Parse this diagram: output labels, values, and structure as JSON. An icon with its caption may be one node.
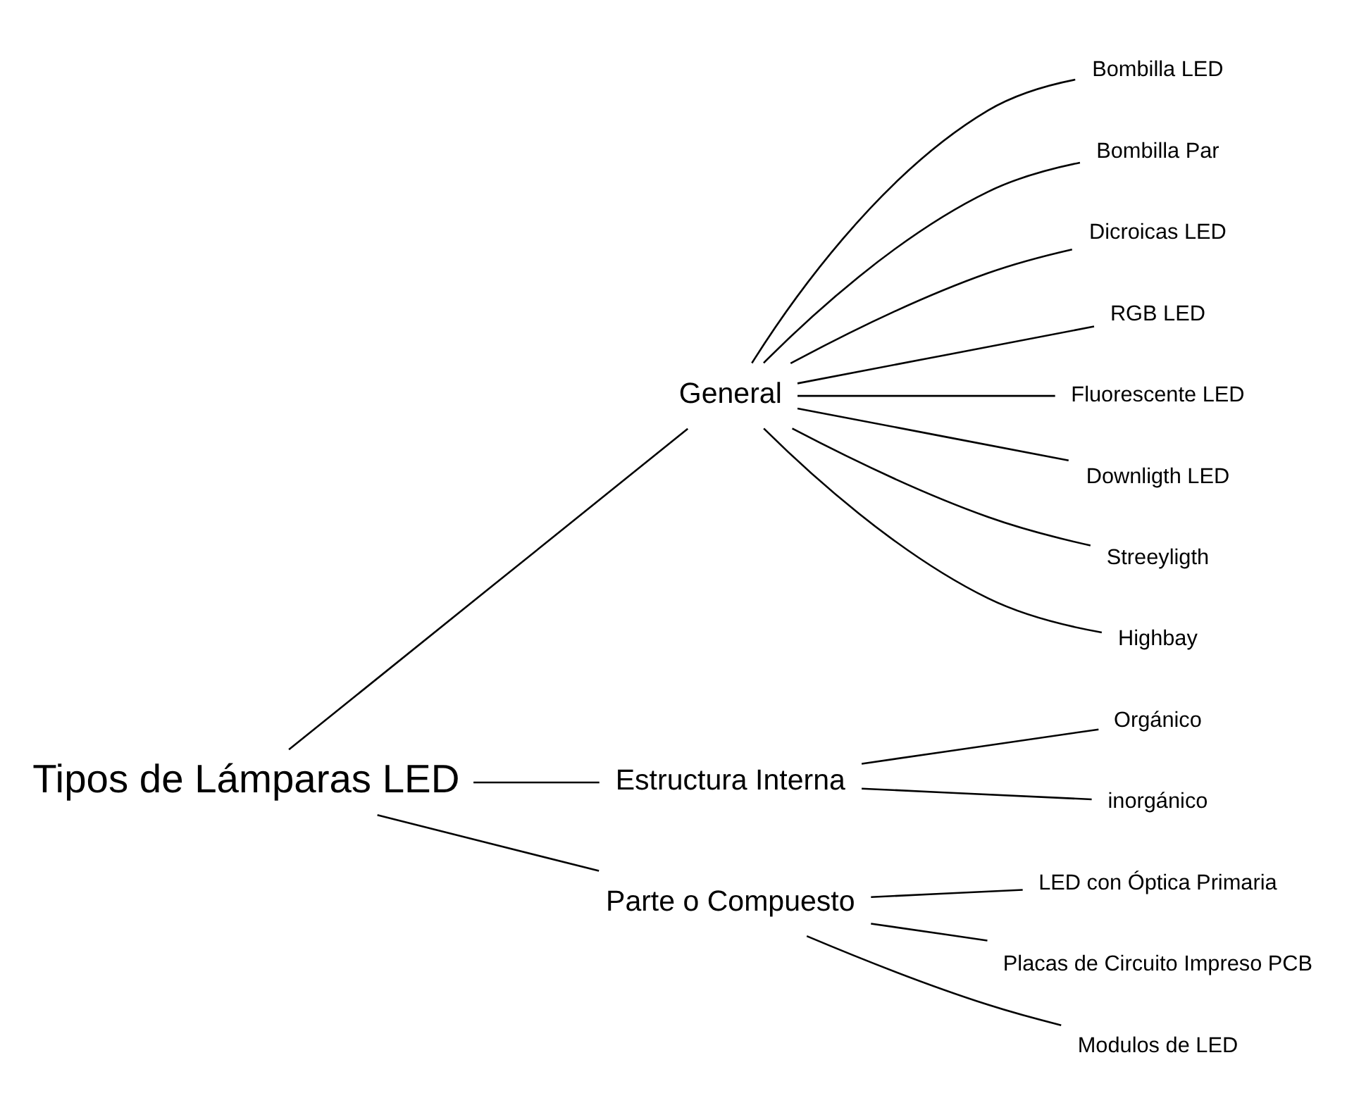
{
  "diagram": {
    "nodes": [
      {
        "text": [
          "Tipos de Lámparas LED"
        ]
      },
      {
        "text": [
          "General"
        ]
      },
      {
        "text": [
          "Estructura Interna"
        ]
      },
      {
        "text": [
          "Parte o Compuesto"
        ]
      },
      {
        "text": [
          "Bombilla LED"
        ]
      },
      {
        "text": [
          "Bombilla Par"
        ]
      },
      {
        "text": [
          "Dicroicas LED"
        ]
      },
      {
        "text": [
          "RGB LED"
        ]
      },
      {
        "text": [
          "Fluorescente LED"
        ]
      },
      {
        "text": [
          "Downligth LED"
        ]
      },
      {
        "text": [
          "Streeyligth"
        ]
      },
      {
        "text": [
          "Highbay"
        ]
      },
      {
        "text": [
          "Orgánico"
        ]
      },
      {
        "text": [
          "inorgánico"
        ]
      },
      {
        "text": [
          "LED con Óptica Primaria"
        ]
      },
      {
        "text": [
          "Placas de Circuito Impreso PCB"
        ]
      },
      {
        "text": [
          "Modulos de LED"
        ]
      }
    ],
    "edges": [
      {
        "from": 0,
        "to": 1,
        "arrow": "none"
      },
      {
        "from": 0,
        "to": 2,
        "arrow": "none"
      },
      {
        "from": 0,
        "to": 3,
        "arrow": "none"
      },
      {
        "from": 1,
        "to": 4,
        "arrow": "none"
      },
      {
        "from": 1,
        "to": 5,
        "arrow": "none"
      },
      {
        "from": 1,
        "to": 6,
        "arrow": "none"
      },
      {
        "from": 1,
        "to": 7,
        "arrow": "none"
      },
      {
        "from": 1,
        "to": 8,
        "arrow": "none"
      },
      {
        "from": 1,
        "to": 9,
        "arrow": "none"
      },
      {
        "from": 1,
        "to": 10,
        "arrow": "none"
      },
      {
        "from": 1,
        "to": 11,
        "arrow": "none"
      },
      {
        "from": 2,
        "to": 12,
        "arrow": "none"
      },
      {
        "from": 2,
        "to": 13,
        "arrow": "none"
      },
      {
        "from": 3,
        "to": 14,
        "arrow": "none"
      },
      {
        "from": 3,
        "to": 15,
        "arrow": "none"
      },
      {
        "from": 3,
        "to": 16,
        "arrow": "none"
      }
    ]
  }
}
